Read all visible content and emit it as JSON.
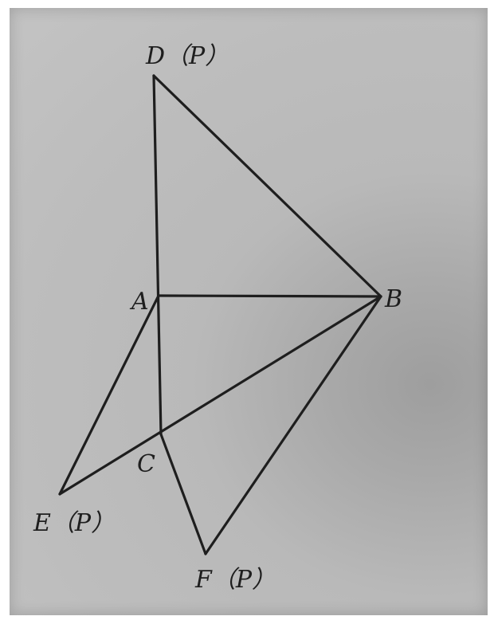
{
  "diagram": {
    "points": {
      "D": {
        "label": "D（P）"
      },
      "A": {
        "label": "A"
      },
      "B": {
        "label": "B"
      },
      "C": {
        "label": "C"
      },
      "E": {
        "label": "E（P）"
      },
      "F": {
        "label": "F（P）"
      }
    },
    "segments": [
      [
        "D",
        "A"
      ],
      [
        "D",
        "B"
      ],
      [
        "A",
        "B"
      ],
      [
        "A",
        "C"
      ],
      [
        "A",
        "E"
      ],
      [
        "E",
        "B"
      ],
      [
        "C",
        "F"
      ],
      [
        "F",
        "B"
      ]
    ]
  }
}
